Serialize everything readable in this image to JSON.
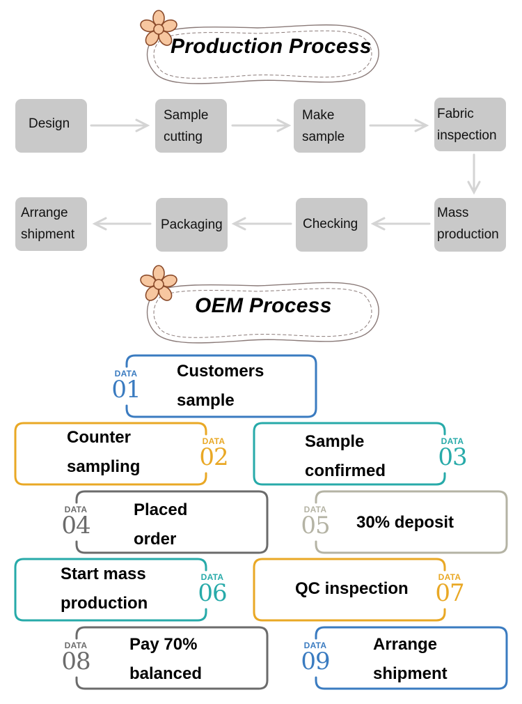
{
  "production": {
    "title": "Production Process",
    "steps": [
      {
        "label": [
          "Design"
        ]
      },
      {
        "label": [
          "Sample",
          "cutting"
        ]
      },
      {
        "label": [
          "Make",
          "sample"
        ]
      },
      {
        "label": [
          "Fabric",
          "inspection"
        ]
      },
      {
        "label": [
          "Mass",
          "production"
        ]
      },
      {
        "label": [
          "Checking"
        ]
      },
      {
        "label": [
          "Packaging"
        ]
      },
      {
        "label": [
          "Arrange",
          "shipment"
        ]
      }
    ]
  },
  "oem": {
    "title": "OEM Process",
    "tag_label": "DATA",
    "steps": [
      {
        "num": "01",
        "text": [
          "Customers",
          "sample"
        ],
        "color": "#3a7bc0"
      },
      {
        "num": "02",
        "text": [
          "Counter",
          "sampling"
        ],
        "color": "#e9a825"
      },
      {
        "num": "03",
        "text": [
          "Sample",
          "confirmed"
        ],
        "color": "#27aaa9"
      },
      {
        "num": "04",
        "text": [
          "Placed",
          "order"
        ],
        "color": "#6b6b6b"
      },
      {
        "num": "05",
        "text": [
          "30% deposit"
        ],
        "color": "#b4b3a4"
      },
      {
        "num": "06",
        "text": [
          "Start mass",
          "production"
        ],
        "color": "#27aaa9"
      },
      {
        "num": "07",
        "text": [
          "QC inspection"
        ],
        "color": "#e9a825"
      },
      {
        "num": "08",
        "text": [
          "Pay 70%",
          "balanced"
        ],
        "color": "#6b6b6b"
      },
      {
        "num": "09",
        "text": [
          "Arrange",
          "shipment"
        ],
        "color": "#3a7bc0"
      }
    ]
  },
  "colors": {
    "flower_fill": "#f7c7a0",
    "flower_stroke": "#8a4a2a",
    "badge_stroke": "#8a7a78",
    "process_box": "#c9c9c9",
    "arrow": "#d4d4d4"
  }
}
